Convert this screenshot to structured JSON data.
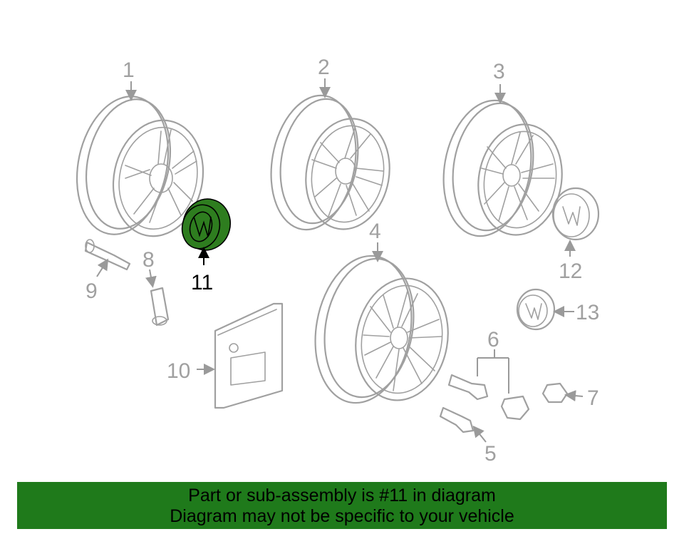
{
  "callouts": {
    "c1": "1",
    "c2": "2",
    "c3": "3",
    "c4": "4",
    "c5": "5",
    "c6": "6",
    "c7": "7",
    "c8": "8",
    "c9": "9",
    "c10": "10",
    "c11": "11",
    "c12": "12",
    "c13": "13"
  },
  "highlight": {
    "part": "11",
    "color": "#2e7d1f"
  },
  "banner": {
    "line1": "Part or sub-assembly is #11 in diagram",
    "line2": "Diagram may not be specific to your vehicle",
    "color": "#1f7a1b"
  },
  "colors": {
    "line": "#a0a0a0"
  }
}
